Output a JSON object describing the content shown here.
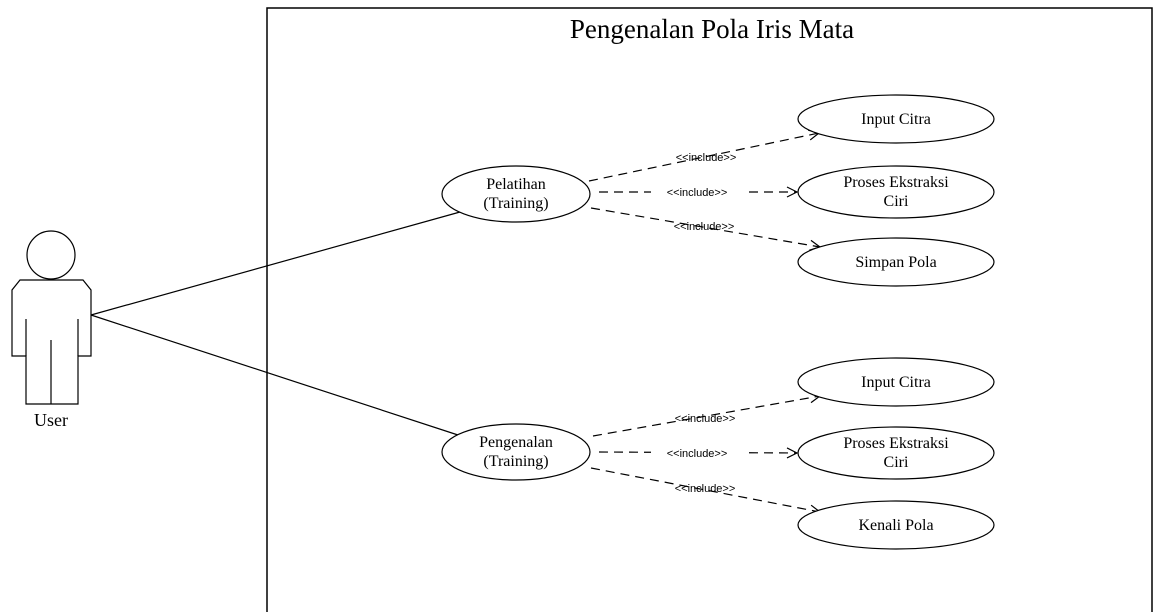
{
  "system": {
    "title": "Pengenalan Pola Iris Mata"
  },
  "actor": {
    "name": "User"
  },
  "use_cases": {
    "training": {
      "line1": "Pelatihan",
      "line2": "(Training)"
    },
    "recognition": {
      "line1": "Pengenalan",
      "line2": "(Training)"
    },
    "t_input": {
      "line1": "Input Citra",
      "line2": ""
    },
    "t_extract": {
      "line1": "Proses Ekstraksi",
      "line2": "Ciri"
    },
    "t_save": {
      "line1": "Simpan Pola",
      "line2": ""
    },
    "r_input": {
      "line1": "Input Citra",
      "line2": ""
    },
    "r_extract": {
      "line1": "Proses Ekstraksi",
      "line2": "Ciri"
    },
    "r_recognize": {
      "line1": "Kenali Pola",
      "line2": ""
    }
  },
  "relations": {
    "include_label": "<<include>>"
  }
}
